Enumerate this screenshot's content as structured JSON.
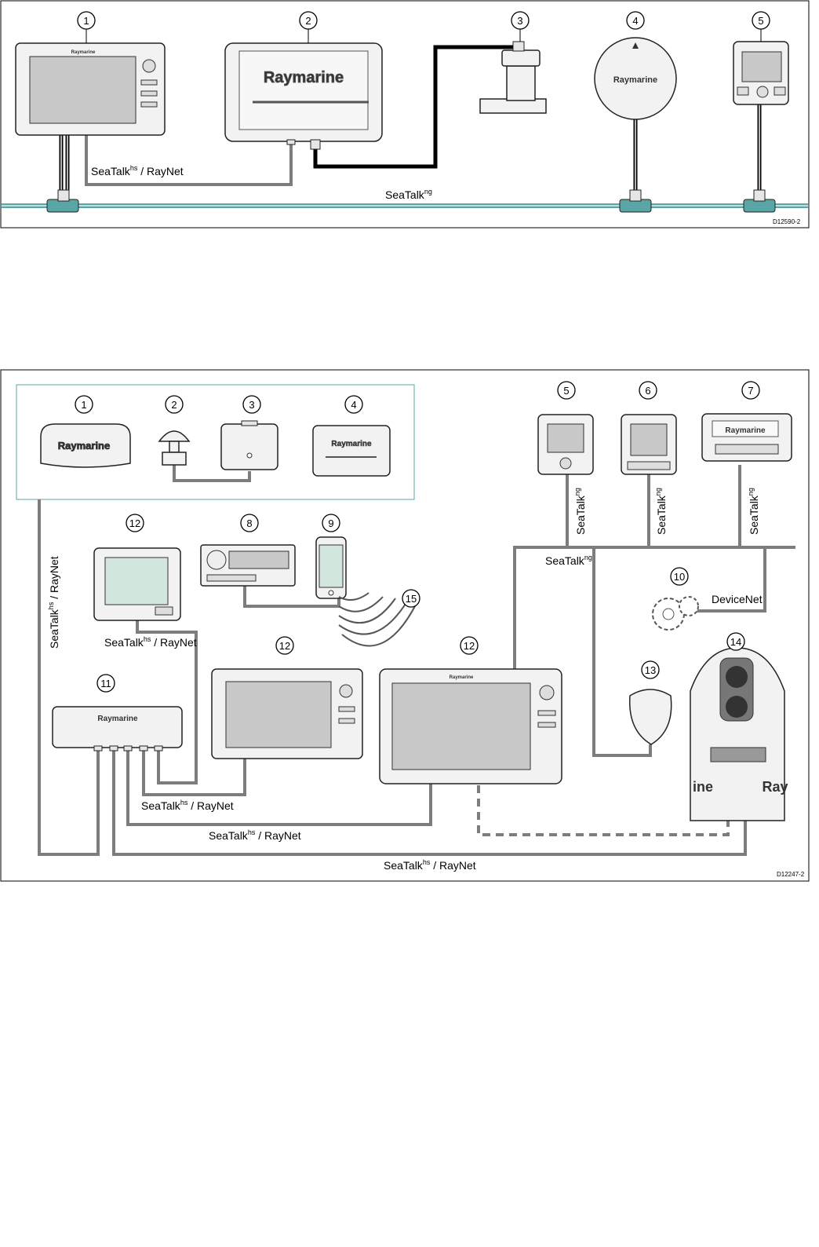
{
  "diagram1": {
    "callouts": [
      "1",
      "2",
      "3",
      "4",
      "5"
    ],
    "labels": {
      "link_hs": "SeaTalk",
      "link_hs_sup": "hs",
      "link_hs_suffix": " / RayNet",
      "backbone": "SeaTalk",
      "backbone_sup": "ng",
      "drawing_id": "D12590-2"
    },
    "device_brand": "Raymarine"
  },
  "diagram2": {
    "callouts": [
      "1",
      "2",
      "3",
      "4",
      "5",
      "6",
      "7",
      "8",
      "9",
      "10",
      "11",
      "12",
      "12",
      "12",
      "13",
      "14",
      "15"
    ],
    "labels": {
      "sealalk": "SeaTalk",
      "hs": "hs",
      "raynet": " / RayNet",
      "ng": "ng",
      "devicenet": "DeviceNet",
      "drawing_id": "D12247-2"
    },
    "device_brand": "Raymarine",
    "camera_brand_left": "ine",
    "camera_brand_right": "Ray"
  },
  "colors": {
    "backbone": "#5aa6a6",
    "hs_cable": "#7d7d7d",
    "ng_cable": "#000000",
    "panel_border": "#5aa6a6"
  }
}
